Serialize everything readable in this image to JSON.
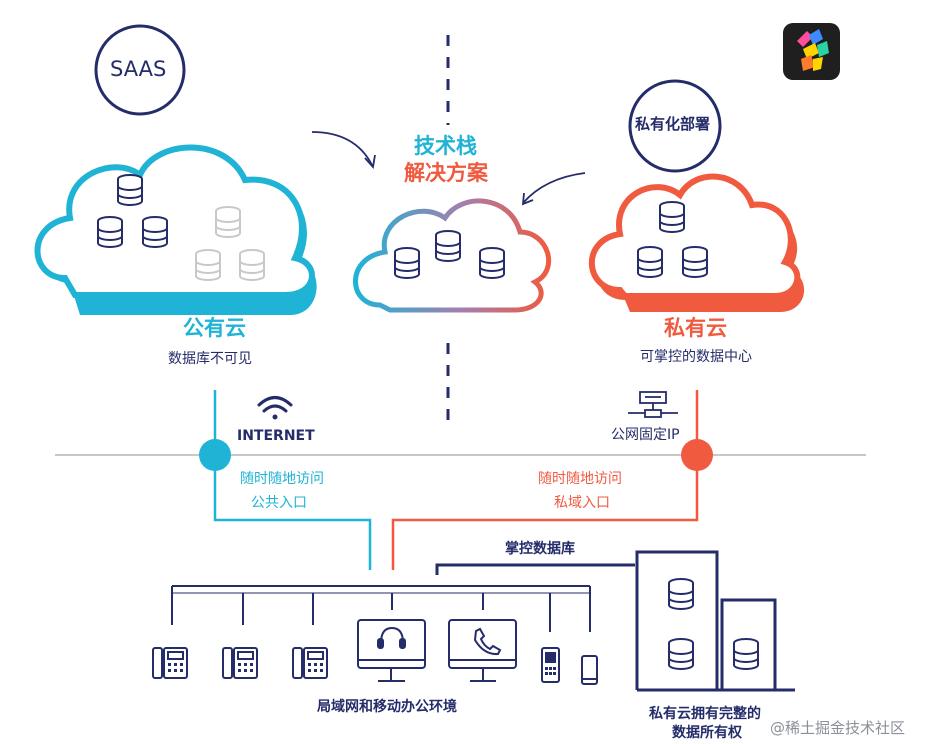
{
  "header": {
    "saas_badge": "SAAS",
    "private_deploy_badge": "私有化部署",
    "tech_stack_line1": "技术栈",
    "tech_stack_line2": "解决方案"
  },
  "public_cloud": {
    "title": "公有云",
    "subtitle": "数据库不可见",
    "internet_label": "INTERNET",
    "access_line1": "随时随地访问",
    "access_line2": "公共入口"
  },
  "private_cloud": {
    "title": "私有云",
    "subtitle": "可掌控的数据中心",
    "ip_label": "公网固定IP",
    "access_line1": "随时随地访问",
    "access_line2": "私域入口"
  },
  "lan": {
    "control_db_label": "掌控数据库",
    "environment_label": "局域网和移动办公环境",
    "ownership_line1": "私有云拥有完整的",
    "ownership_line2": "数据所有权"
  },
  "watermark": "@稀土掘金技术社区",
  "icons": [
    "wifi-icon",
    "network-node-icon",
    "database-icon",
    "desk-phone-icon",
    "headset-monitor-icon",
    "phone-monitor-icon",
    "mobile-phone-icon",
    "app-logo-icon"
  ],
  "colors": {
    "teal": "#1fb3d6",
    "red": "#f05a3f",
    "navy": "#252c6a",
    "gray": "#c8c8c8"
  }
}
